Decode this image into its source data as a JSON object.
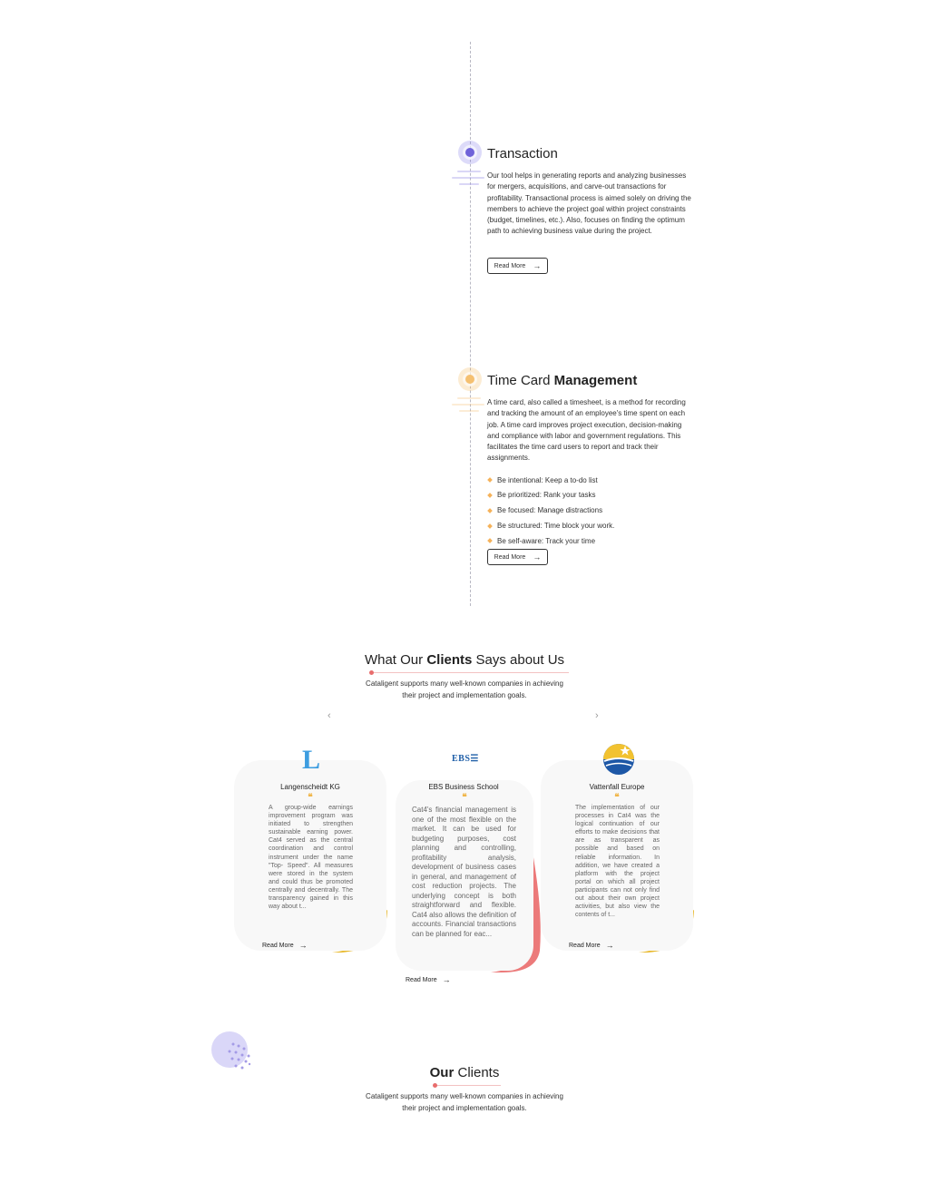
{
  "transaction": {
    "title": "Transaction",
    "description": "Our tool helps in generating reports and analyzing businesses for mergers, acquisitions, and carve-out transactions for profitability. Transactional process is aimed solely on driving the members to achieve the project goal within project constraints (budget, timelines, etc.). Also, focuses on finding the optimum path to achieving business value during the project.",
    "read_more": "Read More"
  },
  "time_card": {
    "title_prefix": "Time Card ",
    "title_bold": "Management",
    "description": "A time card, also called a timesheet, is a method for recording and tracking the amount of an employee's time spent on each job. A time card improves project execution, decision-making and compliance with labor and government regulations. This facilitates the time card users to report and track their assignments.",
    "bullets": [
      "Be intentional: Keep a to-do list",
      "Be prioritized: Rank your tasks",
      "Be focused: Manage distractions",
      "Be structured: Time block your work.",
      "Be self-aware: Track your time"
    ],
    "read_more": "Read More"
  },
  "testimonials": {
    "title_prefix": "What Our ",
    "title_bold": "Clients",
    "title_suffix": " Says about Us",
    "subtitle_line1": "Cataligent supports many well-known companies in achieving",
    "subtitle_line2": "their project and implementation goals.",
    "prev_icon": "chevron-left-icon",
    "next_icon": "chevron-right-icon",
    "quote_mark": "❝",
    "cards": [
      {
        "logo": "L",
        "name": "Langenscheidt KG",
        "text": "A group-wide earnings improvement program was initiated to strengthen sustainable earning power. Cat4 served as the central coordination and control instrument under the name \"Top- Speed\". All measures were stored in the system and could thus be promoted centrally and decentrally. The transparency gained in this way about t...",
        "read_more": "Read More",
        "accent": "#e8b92e"
      },
      {
        "logo": "EBS",
        "name": "EBS Business School",
        "text": "Cat4's financial management is one of the most flexible on the market. It can be used for budgeting purposes, cost planning and controlling, profitability analysis, development of business cases in general, and management of cost reduction projects. The underlying concept is both straightforward and flexible. Cat4 also allows the definition of accounts. Financial transactions can be planned for eac...",
        "read_more": "Read More",
        "accent": "#ec7a7a"
      },
      {
        "logo": "vattenfall-logo",
        "name": "Vattenfall Europe",
        "text": "The implementation of our processes in Cat4 was the logical continuation of our efforts to make decisions that are as transparent as possible and based on reliable information. In addition, we have created a platform with the project portal on which all project participants can not only find out about their own project activities, but also view the contents of t...",
        "read_more": "Read More",
        "accent": "#e8b92e"
      }
    ]
  },
  "clients": {
    "title_bold": "Our",
    "title_suffix": " Clients",
    "subtitle_line1": "Cataligent supports many well-known companies in achieving",
    "subtitle_line2": "their project and implementation goals."
  },
  "colors": {
    "purple": "#6f63d9",
    "orange": "#f5c070",
    "yellow_accent": "#e8b92e",
    "red_accent": "#ec7a7a"
  }
}
